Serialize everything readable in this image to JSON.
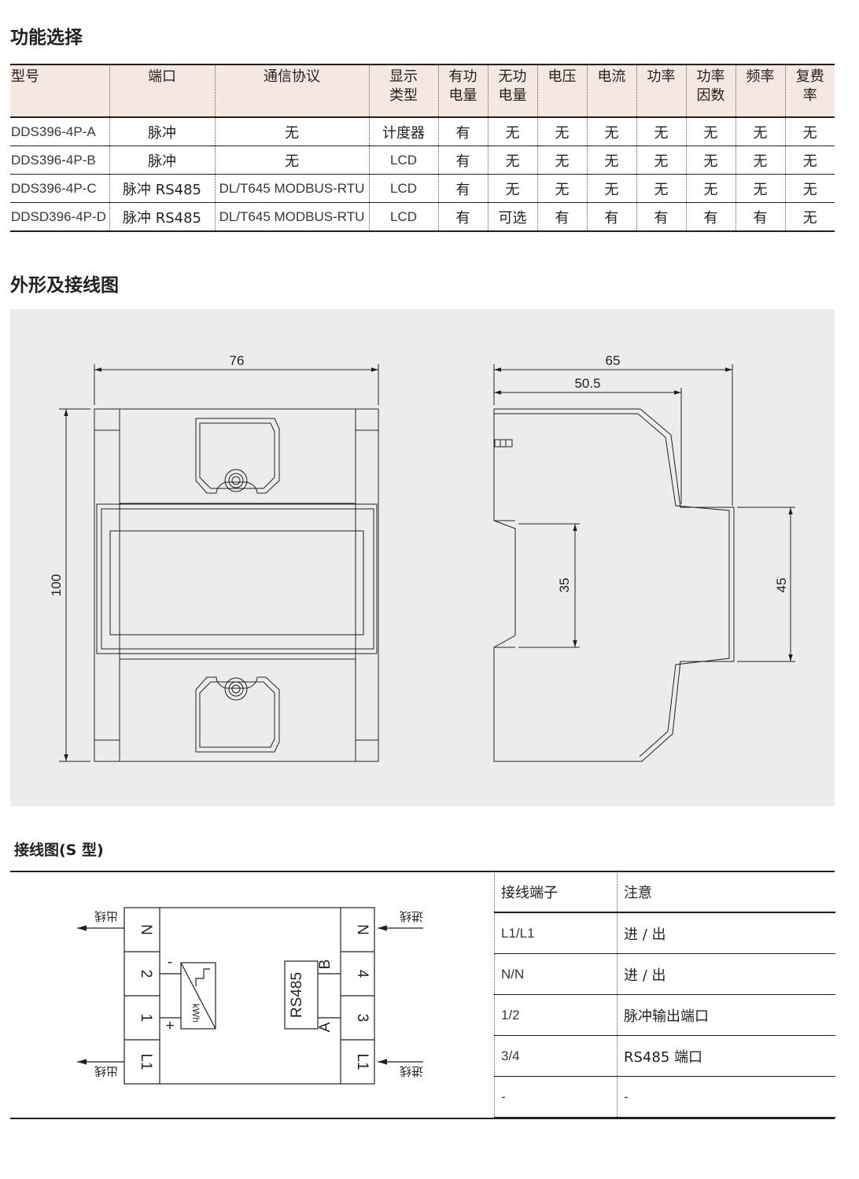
{
  "sections": {
    "function_title": "功能选择",
    "outline_title": "外形及接线图",
    "wiring_title": "接线图(S 型)"
  },
  "function_table": {
    "headers": [
      [
        "型号"
      ],
      [
        "端口"
      ],
      [
        "通信协议"
      ],
      [
        "显示",
        "类型"
      ],
      [
        "有功",
        "电量"
      ],
      [
        "无功",
        "电量"
      ],
      [
        "电压"
      ],
      [
        "电流"
      ],
      [
        "功率"
      ],
      [
        "功率",
        "因数"
      ],
      [
        "频率"
      ],
      [
        "复费",
        "率"
      ]
    ],
    "rows": [
      [
        "DDS396-4P-A",
        "脉冲",
        "无",
        "计度器",
        "有",
        "无",
        "无",
        "无",
        "无",
        "无",
        "无",
        "无"
      ],
      [
        "DDS396-4P-B",
        "脉冲",
        "无",
        "LCD",
        "有",
        "无",
        "无",
        "无",
        "无",
        "无",
        "无",
        "无"
      ],
      [
        "DDS396-4P-C",
        "脉冲 RS485",
        "DL/T645 MODBUS-RTU",
        "LCD",
        "有",
        "无",
        "无",
        "无",
        "无",
        "无",
        "无",
        "无"
      ],
      [
        "DDSD396-4P-D",
        "脉冲 RS485",
        "DL/T645 MODBUS-RTU",
        "LCD",
        "有",
        "可选",
        "有",
        "有",
        "有",
        "有",
        "有",
        "无"
      ]
    ]
  },
  "dimensions": {
    "front_width": "76",
    "front_height": "100",
    "side_depth": "65",
    "side_depth_inner": "50.5",
    "rail_35": "35",
    "rail_45": "45"
  },
  "wiring": {
    "left_terminals": [
      "N",
      "2",
      "1",
      "L1"
    ],
    "right_terminals": [
      "N",
      "4",
      "3",
      "L1"
    ],
    "in_label": "进线",
    "out_label": "出线",
    "meter_label": "kWh",
    "minus_label": "-",
    "plus_label": "+",
    "rs485_label": "RS485",
    "b_label": "B",
    "a_label": "A"
  },
  "terminal_table": {
    "headers": [
      "接线端子",
      "注意"
    ],
    "rows": [
      [
        "L1/L1",
        "进 / 出"
      ],
      [
        "N/N",
        "进 / 出"
      ],
      [
        "1/2",
        "脉冲输出端口"
      ],
      [
        "3/4",
        "RS485 端口"
      ],
      [
        "-",
        "-"
      ]
    ]
  }
}
